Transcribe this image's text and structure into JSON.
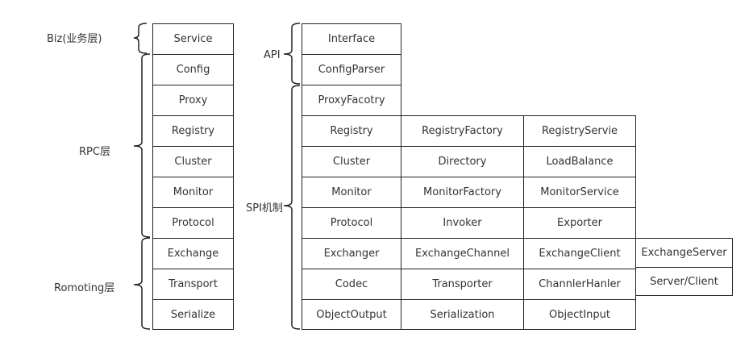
{
  "layer_labels": {
    "biz": "Biz(业务层)",
    "rpc": "RPC层",
    "remoting": "Romoting层",
    "api": "API",
    "spi": "SPI机制"
  },
  "layers": [
    "Service",
    "Config",
    "Proxy",
    "Registry",
    "Cluster",
    "Monitor",
    "Protocol",
    "Exchange",
    "Transport",
    "Serialize"
  ],
  "api_rows": [
    "Interface",
    "ConfigParser"
  ],
  "spi_rows": [
    [
      "ProxyFacotry"
    ],
    [
      "Registry",
      "RegistryFactory",
      "RegistryServie"
    ],
    [
      "Cluster",
      "Directory",
      "LoadBalance"
    ],
    [
      "Monitor",
      "MonitorFactory",
      "MonitorService"
    ],
    [
      "Protocol",
      "Invoker",
      "Exporter"
    ],
    [
      "Exchanger",
      "ExchangeChannel",
      "ExchangeClient",
      "ExchangeServer"
    ],
    [
      "Codec",
      "Transporter",
      "ChannlerHanler",
      "Server/Client"
    ],
    [
      "ObjectOutput",
      "Serialization",
      "ObjectInput"
    ]
  ]
}
